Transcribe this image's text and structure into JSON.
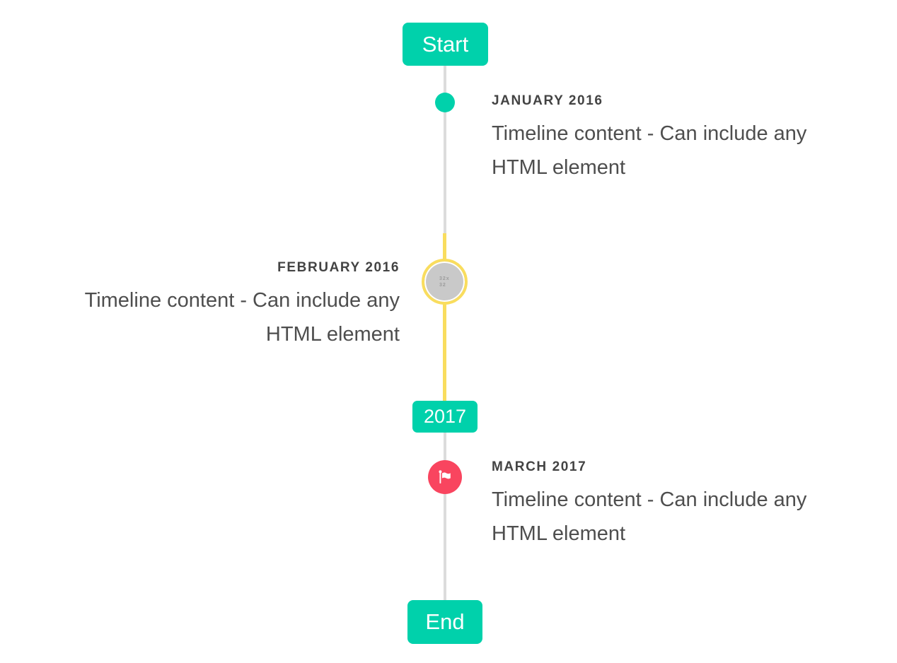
{
  "colors": {
    "accent-teal": "#00d1ab",
    "accent-yellow": "#f9dd5e",
    "accent-red": "#f9455f",
    "line-gray": "#dcdcdc",
    "circle-gray": "#c9c9c9",
    "placeholder-text": "#9c9c9c",
    "title-text": "#434343",
    "content-text": "#4e4e4e",
    "badge-text": "#ffffff"
  },
  "timeline": {
    "start_label": "Start",
    "year_badge": "2017",
    "end_label": "End",
    "items": [
      {
        "title": "JANUARY 2016",
        "content_lines": [
          "Timeline content - Can include any",
          "HTML element"
        ],
        "side": "right",
        "marker": "teal-dot"
      },
      {
        "title": "FEBRUARY 2016",
        "content_lines": [
          "Timeline content - Can include any",
          "HTML element"
        ],
        "side": "left",
        "marker": "broken-image",
        "placeholder_text": "32x32"
      },
      {
        "title": "MARCH 2017",
        "content_lines": [
          "Timeline content - Can include any",
          "HTML element"
        ],
        "side": "right",
        "marker": "flag"
      }
    ]
  }
}
